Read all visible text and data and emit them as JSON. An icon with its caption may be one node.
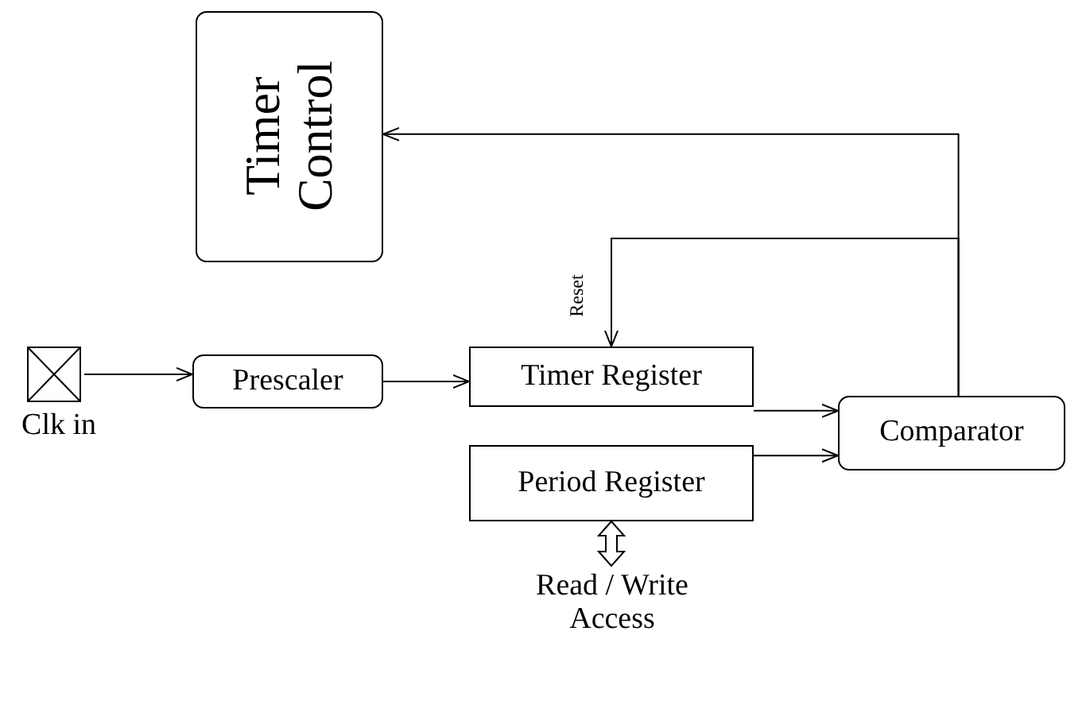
{
  "diagram": {
    "nodes": [
      {
        "text": [
          "Timer Control"
        ]
      },
      {
        "text": [
          "Clk in"
        ]
      },
      {
        "text": [
          "Prescaler"
        ]
      },
      {
        "text": [
          "Timer Register"
        ]
      },
      {
        "text": [
          "Period Register"
        ]
      },
      {
        "text": [
          "Comparator"
        ]
      },
      {
        "text": [
          "Read / Write Access"
        ]
      }
    ],
    "edges": [
      {
        "from": 1,
        "to": 2,
        "arrow": "to"
      },
      {
        "from": 2,
        "to": 3,
        "arrow": "to"
      },
      {
        "from": 3,
        "to": 5,
        "arrow": "to"
      },
      {
        "from": 4,
        "to": 5,
        "arrow": "to"
      },
      {
        "from": 5,
        "to": 0,
        "arrow": "to"
      },
      {
        "from": 5,
        "to": 3,
        "arrow": "to",
        "label": "Reset"
      },
      {
        "from": 4,
        "to": 6,
        "arrow": "both",
        "style": "thick"
      }
    ]
  }
}
